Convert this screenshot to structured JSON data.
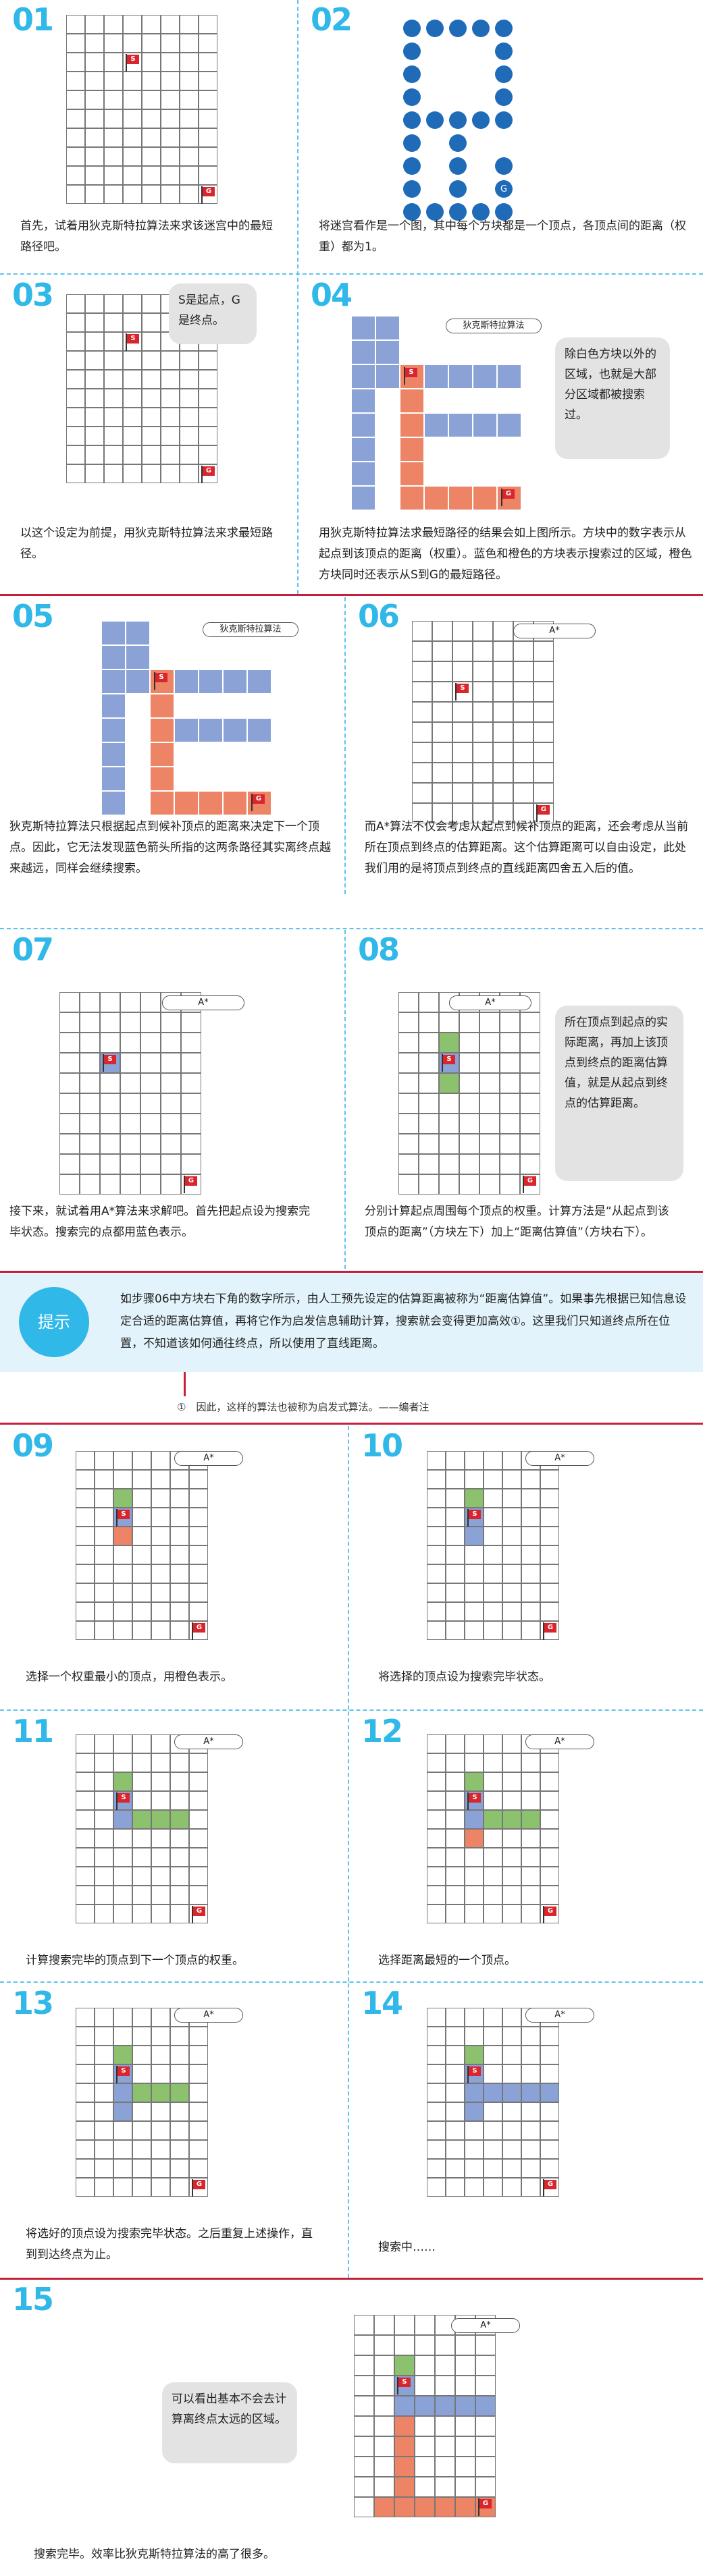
{
  "colors": {
    "accent": "#2fb8e8",
    "blue": "#8aa2d6",
    "orange": "#ee8466",
    "green": "#8cc26e",
    "red": "#c4203a",
    "flag": "#d8262c"
  },
  "panels": [
    {
      "num": "01",
      "caption": "首先，试着用狄克斯特拉算法来求该迷宫中的最短路径吧。"
    },
    {
      "num": "02",
      "caption": "将迷宫看作是一个图，其中每个方块都是一个顶点，各顶点间的距离（权重）都为1。"
    },
    {
      "num": "03",
      "caption": "以这个设定为前提，用狄克斯特拉算法来求最短路径。",
      "bubble": "S是起点，G是终点。"
    },
    {
      "num": "04",
      "caption": "用狄克斯特拉算法求最短路径的结果会如上图所示。方块中的数字表示从起点到该顶点的距离（权重）。蓝色和橙色的方块表示搜索过的区域，橙色方块同时还表示从S到G的最短路径。",
      "bubble": "除白色方块以外的区域，也就是大部分区域都被搜索过。",
      "tag": "狄克斯特拉算法"
    },
    {
      "num": "05",
      "caption": "狄克斯特拉算法只根据起点到候补顶点的距离来决定下一个顶点。因此，它无法发现蓝色箭头所指的这两条路径其实离终点越来越远，同样会继续搜索。",
      "tag": "狄克斯特拉算法"
    },
    {
      "num": "06",
      "caption": "而A*算法不仅会考虑从起点到候补顶点的距离，还会考虑从当前所在顶点到终点的估算距离。这个估算距离可以自由设定，此处我们用的是将顶点到终点的直线距离四舍五入后的值。",
      "tag": "A*"
    },
    {
      "num": "07",
      "caption": "接下来，就试着用A*算法来求解吧。首先把起点设为搜索完毕状态。搜索完的点都用蓝色表示。",
      "tag": "A*"
    },
    {
      "num": "08",
      "caption": "分别计算起点周围每个顶点的权重。计算方法是“从起点到该顶点的距离”（方块左下）加上“距离估算值”（方块右下）。",
      "bubble": "所在顶点到起点的实际距离，再加上该顶点到终点的距离估算值，就是从起点到终点的估算距离。",
      "tag": "A*"
    },
    {
      "num": "09",
      "caption": "选择一个权重最小的顶点，用橙色表示。",
      "tag": "A*"
    },
    {
      "num": "10",
      "caption": "将选择的顶点设为搜索完毕状态。",
      "tag": "A*"
    },
    {
      "num": "11",
      "caption": "计算搜索完毕的顶点到下一个顶点的权重。",
      "tag": "A*"
    },
    {
      "num": "12",
      "caption": "选择距离最短的一个顶点。",
      "tag": "A*"
    },
    {
      "num": "13",
      "caption": "将选好的顶点设为搜索完毕状态。之后重复上述操作，直到到达终点为止。",
      "tag": "A*"
    },
    {
      "num": "14",
      "caption": "搜索中……",
      "tag": "A*"
    },
    {
      "num": "15",
      "caption": "搜索完毕。效率比狄克斯特拉算法的高了很多。",
      "bubble": "可以看出基本不会去计算离终点太远的区域。",
      "tag": "A*"
    }
  ],
  "tip": {
    "label": "提示",
    "text": "如步骤06中方块右下角的数字所示，由人工预先设定的估算距离被称为“距离估算值”。如果事先根据已知信息设定合适的距离估算值，再将它作为启发信息辅助计算，搜索就会变得更加高效①。这里我们只知道终点所在位置，不知道该如何通往终点，所以使用了直线距离。"
  },
  "footnote": "①　因此，这样的算法也被称为启发式算法。——编者注",
  "labels": {
    "start": "S",
    "goal": "G"
  }
}
